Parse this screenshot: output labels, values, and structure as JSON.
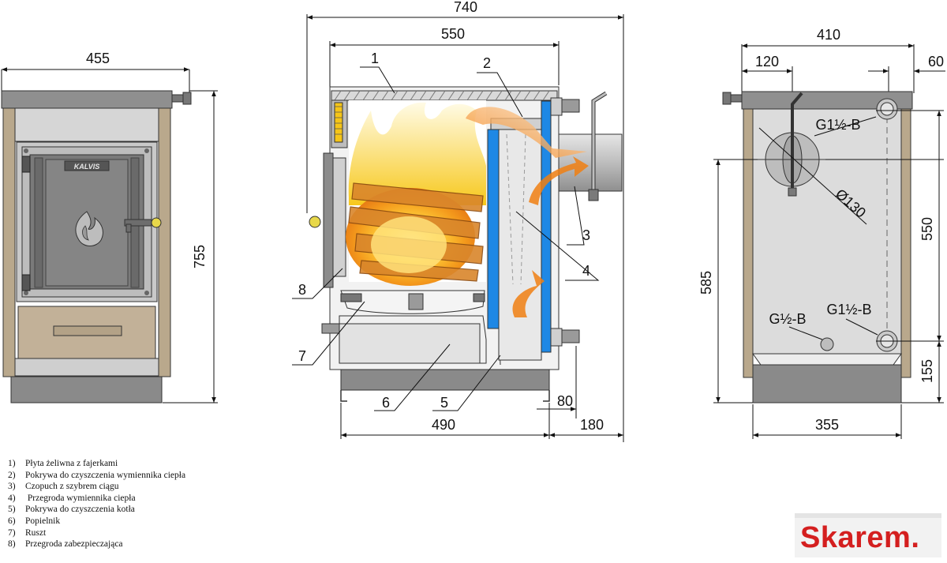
{
  "dimensions": {
    "front_width": "455",
    "front_height": "755",
    "side_total": "740",
    "side_inner": "550",
    "side_base": "490",
    "side_flue_offset": "180",
    "side_bottom_offset": "80",
    "rear_width": "410",
    "rear_offset_left": "120",
    "rear_offset_right": "60",
    "rear_flue_height": "585",
    "rear_connection_spacing": "550",
    "rear_base_height": "155",
    "rear_base_width": "355",
    "flue_diameter": "Ø130"
  },
  "connections": {
    "top_right": "G1½-B",
    "bottom_right": "G1½-B",
    "bottom_middle": "G½-B"
  },
  "brand_plate": "KALVIS",
  "callouts": [
    "1",
    "2",
    "3",
    "4",
    "5",
    "6",
    "7",
    "8"
  ],
  "legend": [
    {
      "num": "1)",
      "text": "Płyta żeliwna z fajerkami"
    },
    {
      "num": "2)",
      "text": "Pokrywa do czyszczenia wymiennika ciepła"
    },
    {
      "num": "3)",
      "text": "Czopuch z szybrem ciągu"
    },
    {
      "num": "4)",
      "text": " Przegroda wymiennika ciepła"
    },
    {
      "num": "5)",
      "text": "Pokrywa do czyszczenia kotła"
    },
    {
      "num": "6)",
      "text": "Popielnik"
    },
    {
      "num": "7)",
      "text": "Ruszt"
    },
    {
      "num": "8)",
      "text": "Przegroda zabezpieczająca"
    }
  ],
  "logo": "Skarem.",
  "colors": {
    "frame": "#b9a88c",
    "steel": "#d9d9d9",
    "dark_steel": "#8c8c8c",
    "water_jacket": "#1e88e5",
    "flame": "#f5c518",
    "fire": "#f08a1a",
    "logo_red": "#d41f1f"
  }
}
